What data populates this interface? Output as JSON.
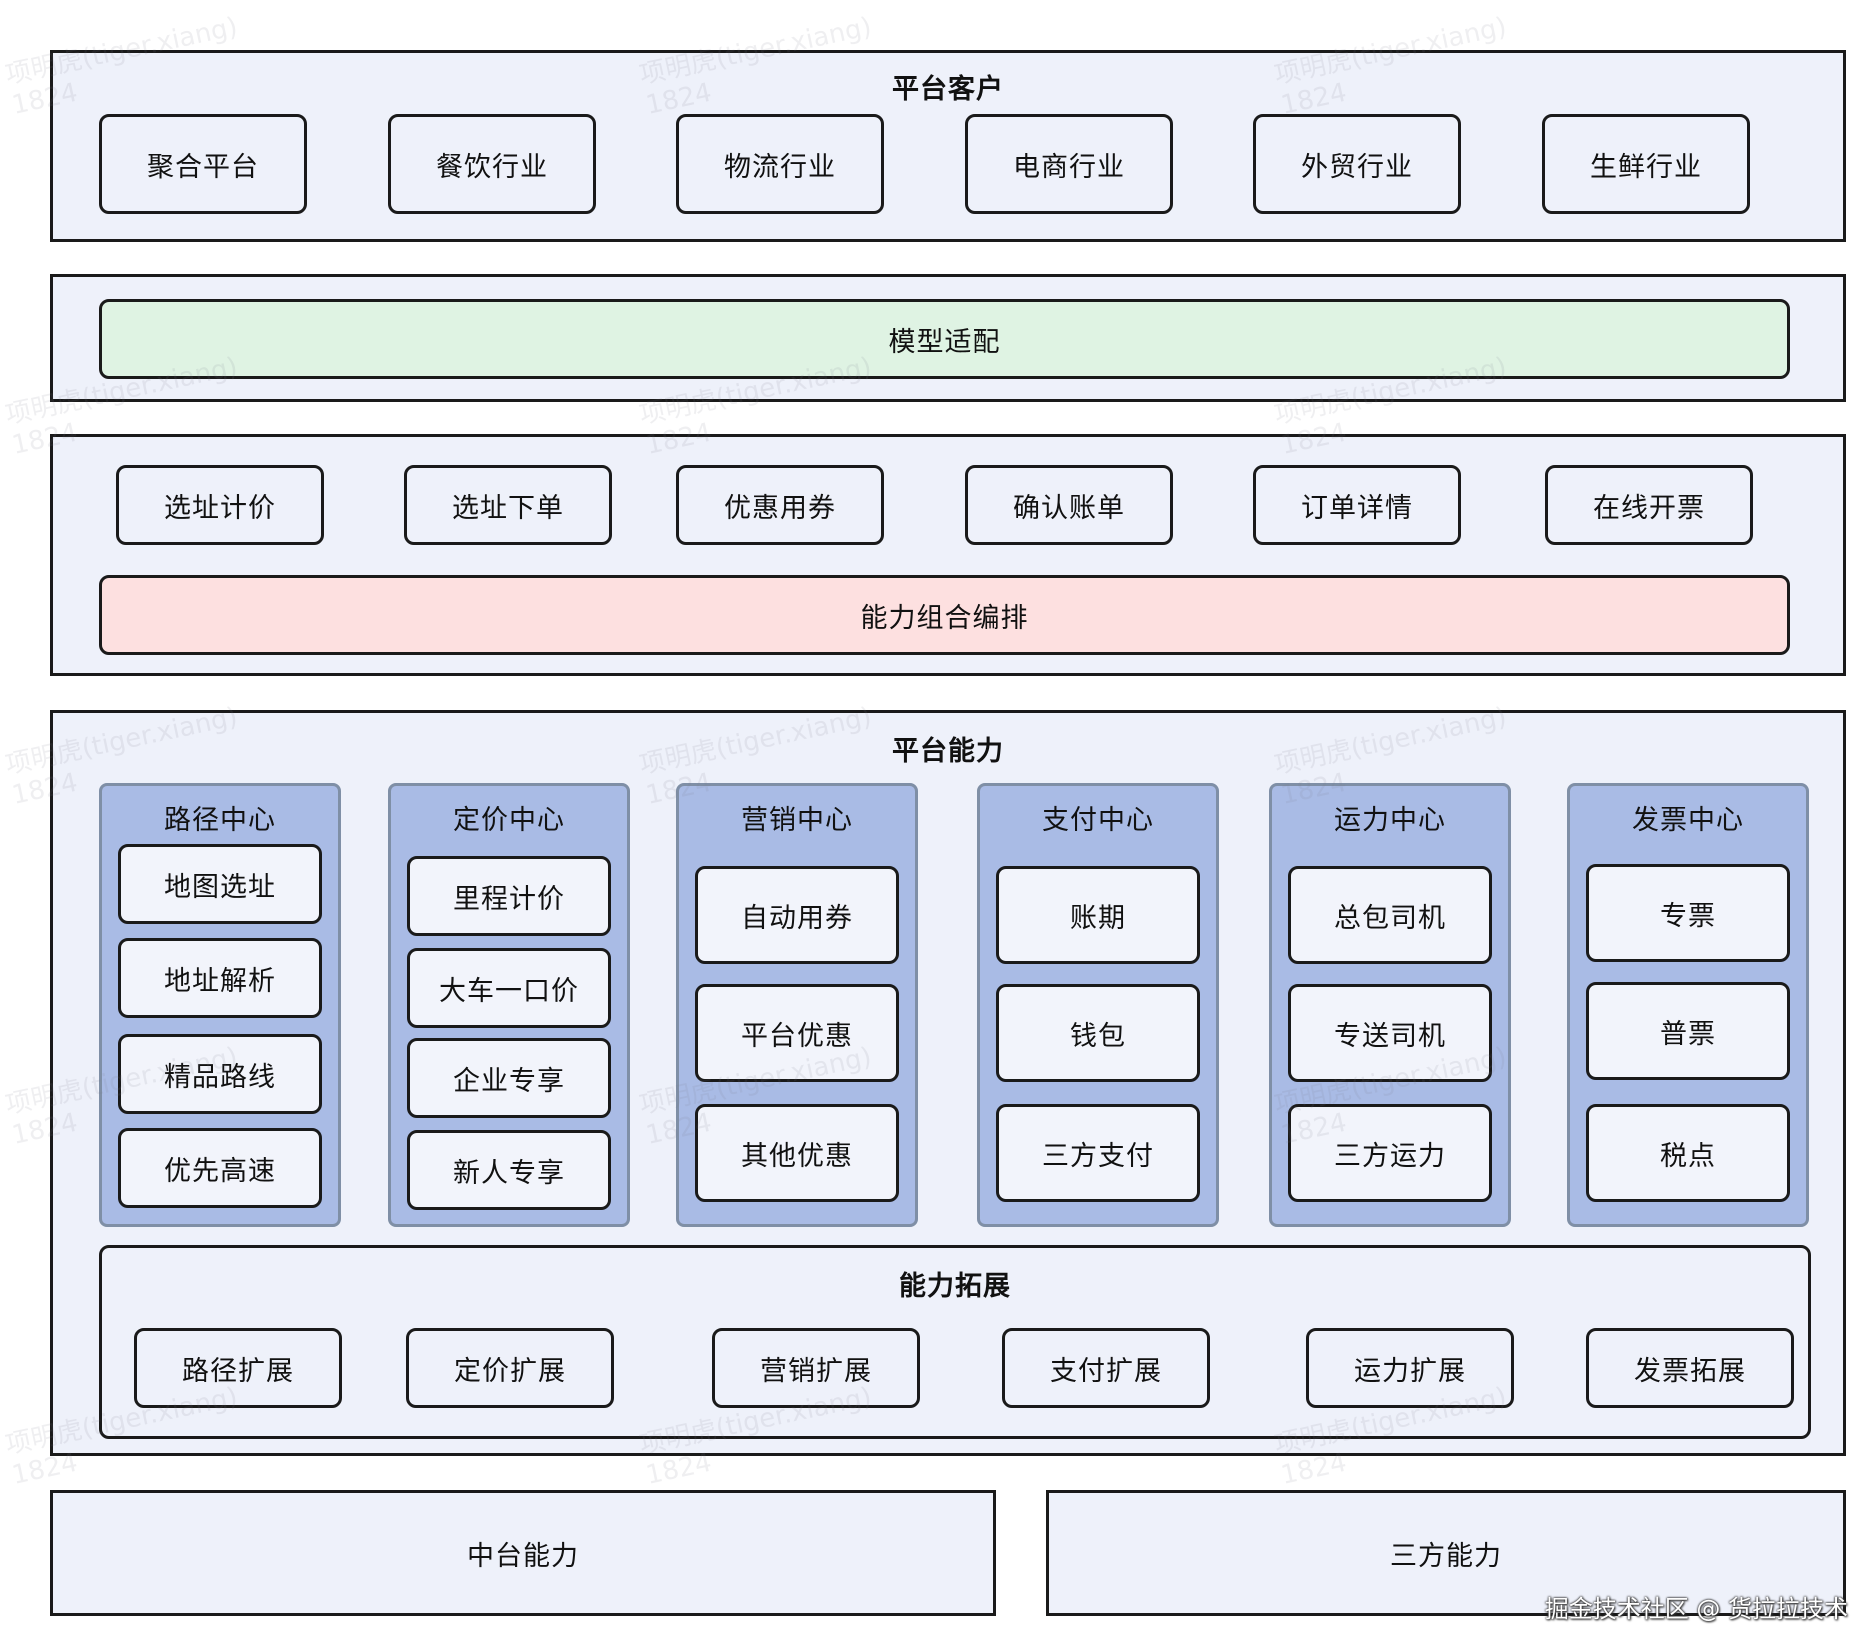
{
  "customers": {
    "title": "平台客户",
    "items": [
      "聚合平台",
      "餐饮行业",
      "物流行业",
      "电商行业",
      "外贸行业",
      "生鲜行业"
    ]
  },
  "model": {
    "label": "模型适配",
    "color": "#dff3e3"
  },
  "orchestration": {
    "items": [
      "选址计价",
      "选址下单",
      "优惠用券",
      "确认账单",
      "订单详情",
      "在线开票"
    ],
    "bar_label": "能力组合编排",
    "bar_color": "#fde0e0"
  },
  "platform": {
    "title": "平台能力",
    "centers": [
      {
        "title": "路径中心",
        "items": [
          "地图选址",
          "地址解析",
          "精品路线",
          "优先高速"
        ]
      },
      {
        "title": "定价中心",
        "items": [
          "里程计价",
          "大车一口价",
          "企业专享",
          "新人专享"
        ]
      },
      {
        "title": "营销中心",
        "items": [
          "自动用券",
          "平台优惠",
          "其他优惠"
        ]
      },
      {
        "title": "支付中心",
        "items": [
          "账期",
          "钱包",
          "三方支付"
        ]
      },
      {
        "title": "运力中心",
        "items": [
          "总包司机",
          "专送司机",
          "三方运力"
        ]
      },
      {
        "title": "发票中心",
        "items": [
          "专票",
          "普票",
          "税点"
        ]
      }
    ],
    "extension": {
      "title": "能力拓展",
      "items": [
        "路径扩展",
        "定价扩展",
        "营销扩展",
        "支付扩展",
        "运力扩展",
        "发票拓展"
      ]
    }
  },
  "bottom": {
    "left": "中台能力",
    "right": "三方能力"
  },
  "watermark": {
    "line1": "项明虎(tiger.xiang)",
    "line2": "1824"
  },
  "footer": "掘金技术社区 @ 货拉拉技术"
}
